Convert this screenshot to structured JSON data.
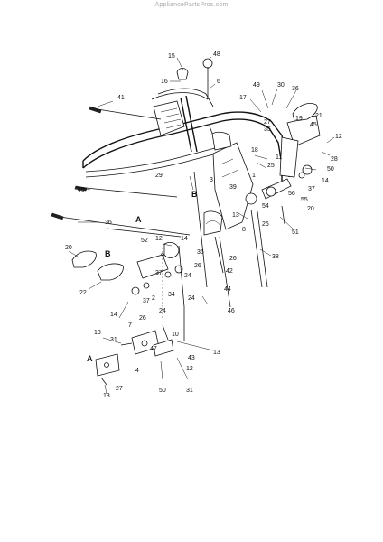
{
  "watermark": "AppliancePartsPros.com",
  "callouts": {
    "c15": "15",
    "c16": "16",
    "c48": "48",
    "c6": "6",
    "c49": "49",
    "c30": "30",
    "c17": "17",
    "c36": "36",
    "c27a": "27",
    "c19": "19",
    "c21": "21",
    "c45": "45",
    "c35a": "35",
    "c12a": "12",
    "c41": "41",
    "c18": "18",
    "c11": "11",
    "c25": "25",
    "c28": "28",
    "c50a": "50",
    "c29": "29",
    "c40": "40",
    "c3": "3",
    "c1": "1",
    "c39": "39",
    "c56": "56",
    "c55": "55",
    "c37a": "37",
    "c14a": "14",
    "c20a": "20",
    "c54": "54",
    "c13a": "13",
    "c26a": "26",
    "c51": "51",
    "c8": "8",
    "c38": "38",
    "c52": "52",
    "c12b": "12",
    "c14b": "14",
    "c35b": "35",
    "c26b": "26",
    "c42": "42",
    "c20b": "20",
    "c9": "9",
    "c37b": "37",
    "c26c": "26",
    "c24a": "24",
    "c44": "44",
    "c22": "22",
    "c34": "34",
    "c2": "2",
    "c37c": "37",
    "c46": "46",
    "c14c": "14",
    "c26d": "26",
    "c24b": "24",
    "c13b": "13",
    "c7": "7",
    "c31a": "31",
    "c43": "43",
    "c13c": "13",
    "c4": "4",
    "c12c": "12",
    "c27b": "27",
    "c13d": "13",
    "c50b": "50",
    "c31b": "31",
    "c47": "47",
    "c10": "10"
  },
  "letters": {
    "la1": "A",
    "lb1": "B",
    "lb2": "B",
    "la2": "A"
  }
}
